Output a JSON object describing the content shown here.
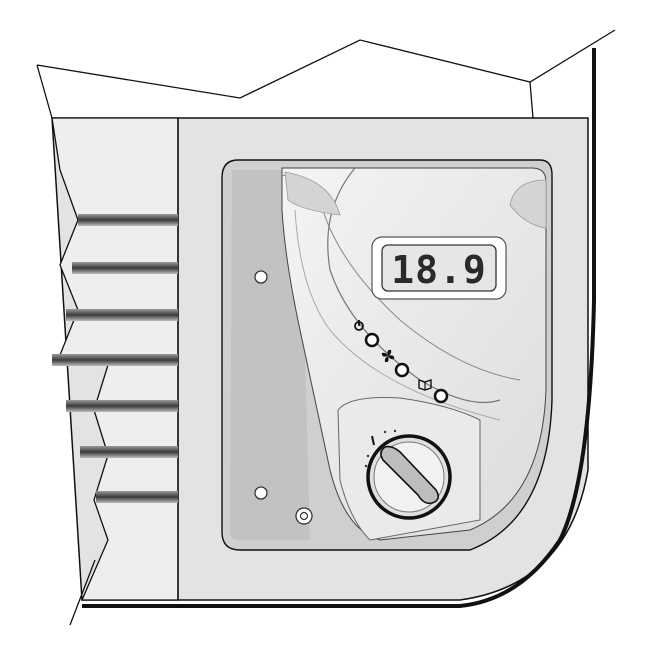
{
  "display": {
    "temperature": "18.9"
  },
  "controls": {
    "buttons": [
      {
        "name": "power-button",
        "icon": "power-icon"
      },
      {
        "name": "fan-button",
        "icon": "fan-icon"
      },
      {
        "name": "mode-button",
        "icon": "book-icon"
      }
    ],
    "knob": {
      "name": "temperature-knob"
    }
  },
  "colors": {
    "outline": "#111111",
    "panel": "#e8e8e8",
    "panel_dark": "#cfcfcf",
    "recess": "#c9c9c9",
    "display_bg": "#e2e2e2",
    "digit": "#2a2a2a"
  }
}
